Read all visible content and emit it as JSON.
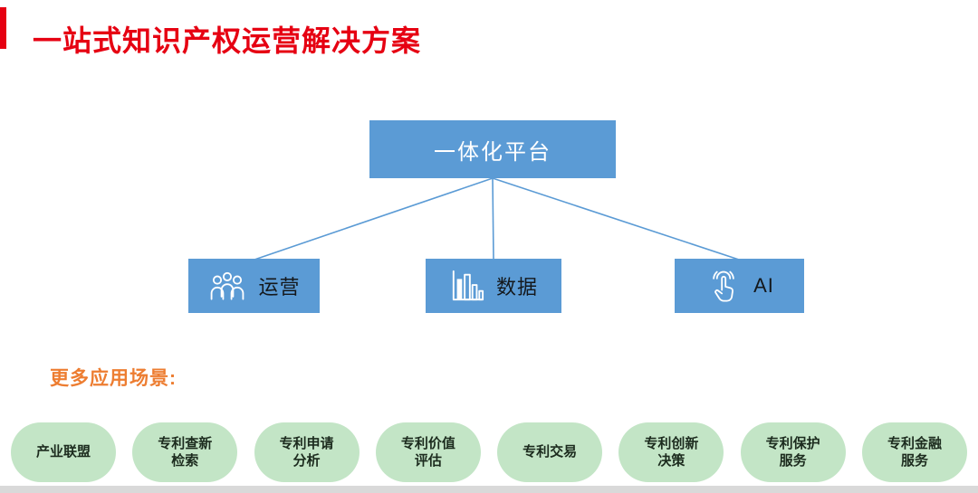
{
  "title": "一站式知识产权运营解决方案",
  "diagram": {
    "root_label": "一体化平台",
    "children": [
      {
        "label": "运营",
        "icon": "people-icon"
      },
      {
        "label": "数据",
        "icon": "bar-chart-icon"
      },
      {
        "label": "AI",
        "icon": "touch-icon"
      }
    ]
  },
  "scenarios": {
    "heading": "更多应用场景:",
    "items": [
      {
        "label": "产业联盟"
      },
      {
        "label": "专利查新\n检索"
      },
      {
        "label": "专利申请\n分析"
      },
      {
        "label": "专利价值\n评估"
      },
      {
        "label": "专利交易"
      },
      {
        "label": "专利创新\n决策"
      },
      {
        "label": "专利保护\n服务"
      },
      {
        "label": "专利金融\n服务"
      }
    ]
  },
  "colors": {
    "title_red": "#e60012",
    "box_blue": "#5b9bd5",
    "pill_green": "#c3e5c6",
    "heading_orange": "#ed7d31"
  }
}
